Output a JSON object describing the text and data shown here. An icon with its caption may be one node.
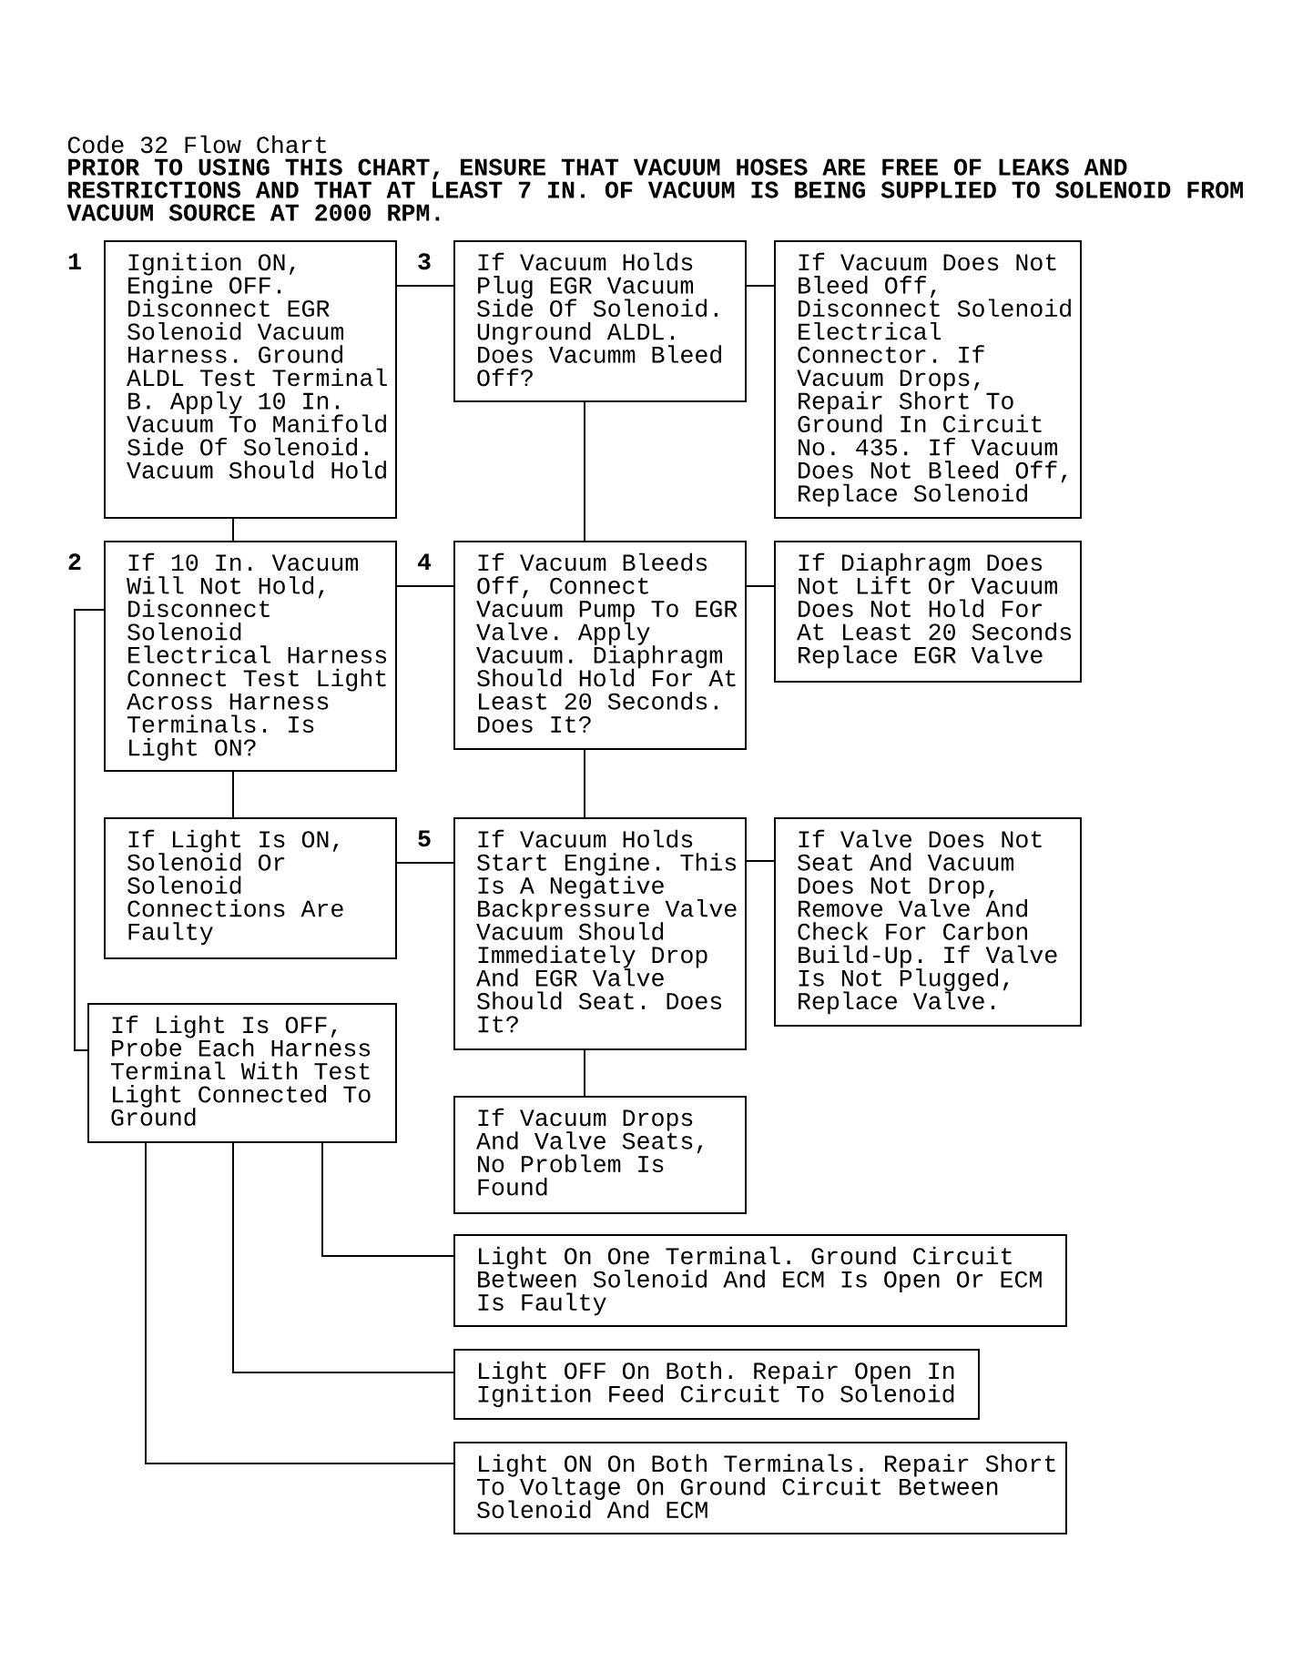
{
  "diagram": {
    "title": "Code 32 Flow Chart",
    "nodes": [
      {
        "text": [
          "Ignition ON, Engine OFF. Disconnect EGR Solenoid Vacuum Harness. Ground ALDL Test Terminal B. Apply 10 In. Vacuum To Manifold Side Of Solenoid. Vacuum Should Hold"
        ],
        "beside": [
          "1"
        ]
      },
      {
        "text": [
          "If Vacuum Holds Plug EGR Vacuum Side Of Solenoid. Unground ALDL. Does Vacumm Bleed Off?"
        ],
        "beside": [
          "3"
        ]
      },
      {
        "text": [
          "If Vacuum Does Not Bleed Off, Disconnect Solenoid Electrical Connector. If Vacuum Drops, Repair Short To Ground In Circuit No. 435. If Vacuum Does Not Bleed Off, Replace Solenoid"
        ]
      },
      {
        "text": [
          "If 10 In. Vacuum Will Not Hold, Disconnect Solenoid Electrical Harness Connect Test Light Across Harness Terminals. Is Light ON?"
        ],
        "beside": [
          "2"
        ]
      },
      {
        "text": [
          "If Vacuum Bleeds Off, Connect Vacuum Pump To EGR Valve. Apply Vacuum. Diaphragm Should Hold For At Least 20 Seconds. Does It?"
        ],
        "beside": [
          "4"
        ]
      },
      {
        "text": [
          "If Diaphragm Does Not Lift Or Vacuum Does Not Hold For At Least 20 Seconds Replace EGR Valve"
        ]
      },
      {
        "text": [
          "If Light Is ON, Solenoid Or Solenoid Connections Are Faulty"
        ]
      },
      {
        "text": [
          "If Vacuum Holds Start Engine. This Is A Negative Backpressure Valve Vacuum Should Immediately Drop And EGR Valve Should Seat. Does It?"
        ],
        "beside": [
          "5"
        ]
      },
      {
        "text": [
          "If Valve Does Not Seat And Vacuum Does Not Drop, Remove Valve And Check For Carbon Build-Up. If Valve Is Not Plugged, Replace Valve."
        ]
      },
      {
        "text": [
          "If Light Is OFF, Probe Each Harness Terminal With Test Light Connected To Ground"
        ]
      },
      {
        "text": [
          "If Vacuum Drops And Valve Seats, No Problem Is Found"
        ]
      },
      {
        "text": [
          "Light On One Terminal. Ground Circuit Between Solenoid And ECM Is Open Or ECM Is Faulty"
        ]
      },
      {
        "text": [
          "Light OFF On Both. Repair Open In Ignition Feed Circuit To Solenoid"
        ]
      },
      {
        "text": [
          "Light ON On Both Terminals. Repair Short To Voltage On Ground Circuit Between Solenoid And ECM"
        ]
      }
    ],
    "edges": [
      {
        "from": 0,
        "to": 1,
        "arrow": "none"
      },
      {
        "from": 1,
        "to": 2,
        "arrow": "none"
      },
      {
        "from": 0,
        "to": 3,
        "arrow": "none"
      },
      {
        "from": 1,
        "to": 4,
        "arrow": "none"
      },
      {
        "from": 3,
        "to": 4,
        "arrow": "none"
      },
      {
        "from": 4,
        "to": 5,
        "arrow": "none"
      },
      {
        "from": 3,
        "to": 6,
        "arrow": "none"
      },
      {
        "from": 4,
        "to": 7,
        "arrow": "none"
      },
      {
        "from": 3,
        "to": 9,
        "arrow": "none"
      },
      {
        "from": 6,
        "to": 7,
        "arrow": "none"
      },
      {
        "from": 7,
        "to": 8,
        "arrow": "none"
      },
      {
        "from": 7,
        "to": 10,
        "arrow": "none"
      },
      {
        "from": 9,
        "to": 11,
        "arrow": "none"
      },
      {
        "from": 9,
        "to": 12,
        "arrow": "none"
      },
      {
        "from": 9,
        "to": 13,
        "arrow": "none"
      }
    ],
    "labels": [
      "PRIOR TO USING THIS CHART, ENSURE THAT VACUUM HOSES ARE FREE OF LEAKS AND RESTRICTIONS AND THAT AT LEAST 7 IN. OF VACUUM IS BEING SUPPLIED TO SOLENOID FROM VACUUM SOURCE AT 2000 RPM."
    ]
  }
}
